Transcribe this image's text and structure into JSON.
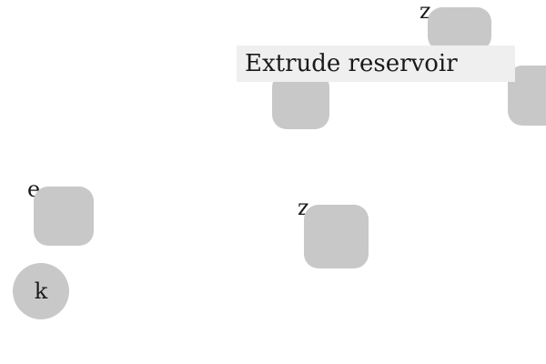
{
  "tooltip": {
    "text": "Extrude reservoir"
  },
  "tiles": [
    {
      "label": "z"
    },
    {
      "label": ""
    },
    {
      "label": ""
    },
    {
      "label": "e"
    },
    {
      "label": "z"
    }
  ],
  "circle": {
    "label": "k"
  },
  "colors": {
    "background": "#ffffff",
    "tile": "#c8c8c8",
    "tooltip_bg": "#efefef",
    "text": "#1a1a1a"
  }
}
